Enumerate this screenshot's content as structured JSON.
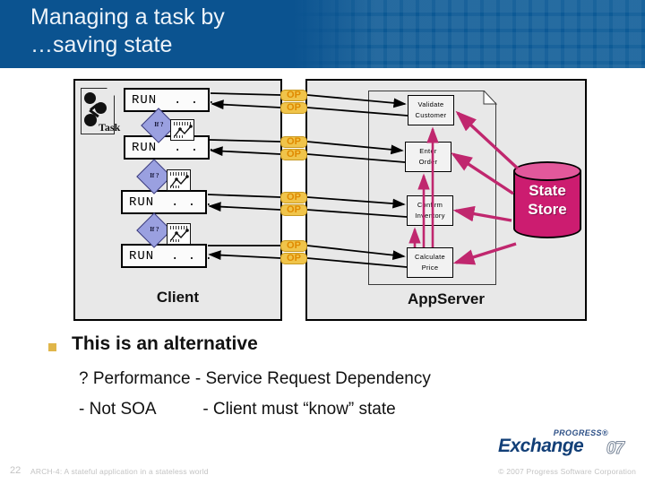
{
  "slide": {
    "title": "Managing a task by\n…saving state",
    "header_color": "#0b5390"
  },
  "diagram": {
    "client": {
      "label": "Client",
      "task_icon_label": "Task",
      "run_steps": [
        {
          "label": "RUN  . . ."
        },
        {
          "label": "RUN  . . ."
        },
        {
          "label": "RUN  . . ."
        },
        {
          "label": "RUN  . . ."
        }
      ],
      "decisions": [
        {
          "label": "If ?"
        },
        {
          "label": "If ?"
        },
        {
          "label": "If ?"
        }
      ]
    },
    "op_bars": [
      {
        "label": "OP"
      },
      {
        "label": "OP"
      },
      {
        "label": "OP"
      },
      {
        "label": "OP"
      },
      {
        "label": "OP"
      },
      {
        "label": "OP"
      },
      {
        "label": "OP"
      },
      {
        "label": "OP"
      }
    ],
    "server": {
      "label": "AppServer",
      "services": [
        {
          "line1": "Validate",
          "line2": "Customer"
        },
        {
          "line1": "Enter",
          "line2": "Order"
        },
        {
          "line1": "Confirm",
          "line2": "Inventory"
        },
        {
          "line1": "Calculate",
          "line2": "Price"
        }
      ]
    },
    "state_store": {
      "line1": "State",
      "line2": "Store",
      "color": "#cc1c70"
    }
  },
  "body": {
    "bullet": "This is an alternative",
    "sub_lines": [
      "? Performance - Service Request Dependency",
      "- Not SOA          - Client must “know” state"
    ],
    "bullet_color": "#e0b64a"
  },
  "footer": {
    "page_number": "22",
    "subject": "ARCH-4: A stateful application in a stateless world",
    "copyright": "© 2007 Progress Software Corporation",
    "logo": {
      "progress": "PROGRESS®",
      "exchange": "Exchange",
      "year": "07"
    }
  }
}
